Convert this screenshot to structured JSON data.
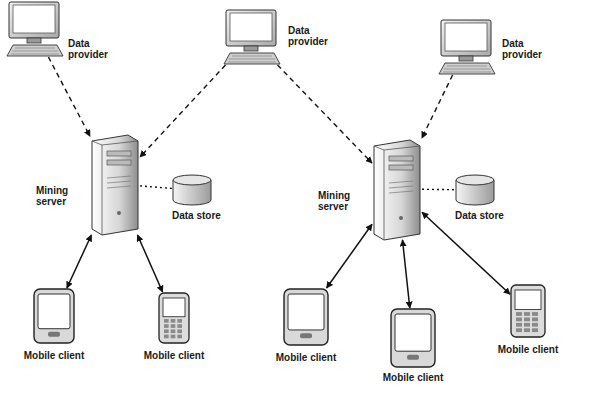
{
  "diagram": {
    "nodes": [
      {
        "text": [
          "Data provider"
        ]
      },
      {
        "text": [
          "Data provider"
        ]
      },
      {
        "text": [
          "Data provider"
        ]
      },
      {
        "text": [
          "Mining server"
        ]
      },
      {
        "text": [
          "Data store"
        ]
      },
      {
        "text": [
          "Mining server"
        ]
      },
      {
        "text": [
          "Data store"
        ]
      },
      {
        "text": [
          "Mobile client"
        ]
      },
      {
        "text": [
          "Mobile client"
        ]
      },
      {
        "text": [
          "Mobile client"
        ]
      },
      {
        "text": [
          "Mobile client"
        ]
      },
      {
        "text": [
          "Mobile client"
        ]
      }
    ],
    "edges": [
      {
        "from": 0,
        "to": 3,
        "arrow": "to"
      },
      {
        "from": 1,
        "to": 3,
        "arrow": "to"
      },
      {
        "from": 1,
        "to": 5,
        "arrow": "to"
      },
      {
        "from": 2,
        "to": 5,
        "arrow": "to"
      },
      {
        "from": 3,
        "to": 4,
        "arrow": "none"
      },
      {
        "from": 5,
        "to": 6,
        "arrow": "none"
      },
      {
        "from": 3,
        "to": 7,
        "arrow": "both"
      },
      {
        "from": 3,
        "to": 8,
        "arrow": "both"
      },
      {
        "from": 5,
        "to": 9,
        "arrow": "both"
      },
      {
        "from": 5,
        "to": 10,
        "arrow": "both"
      },
      {
        "from": 5,
        "to": 11,
        "arrow": "both"
      }
    ]
  }
}
